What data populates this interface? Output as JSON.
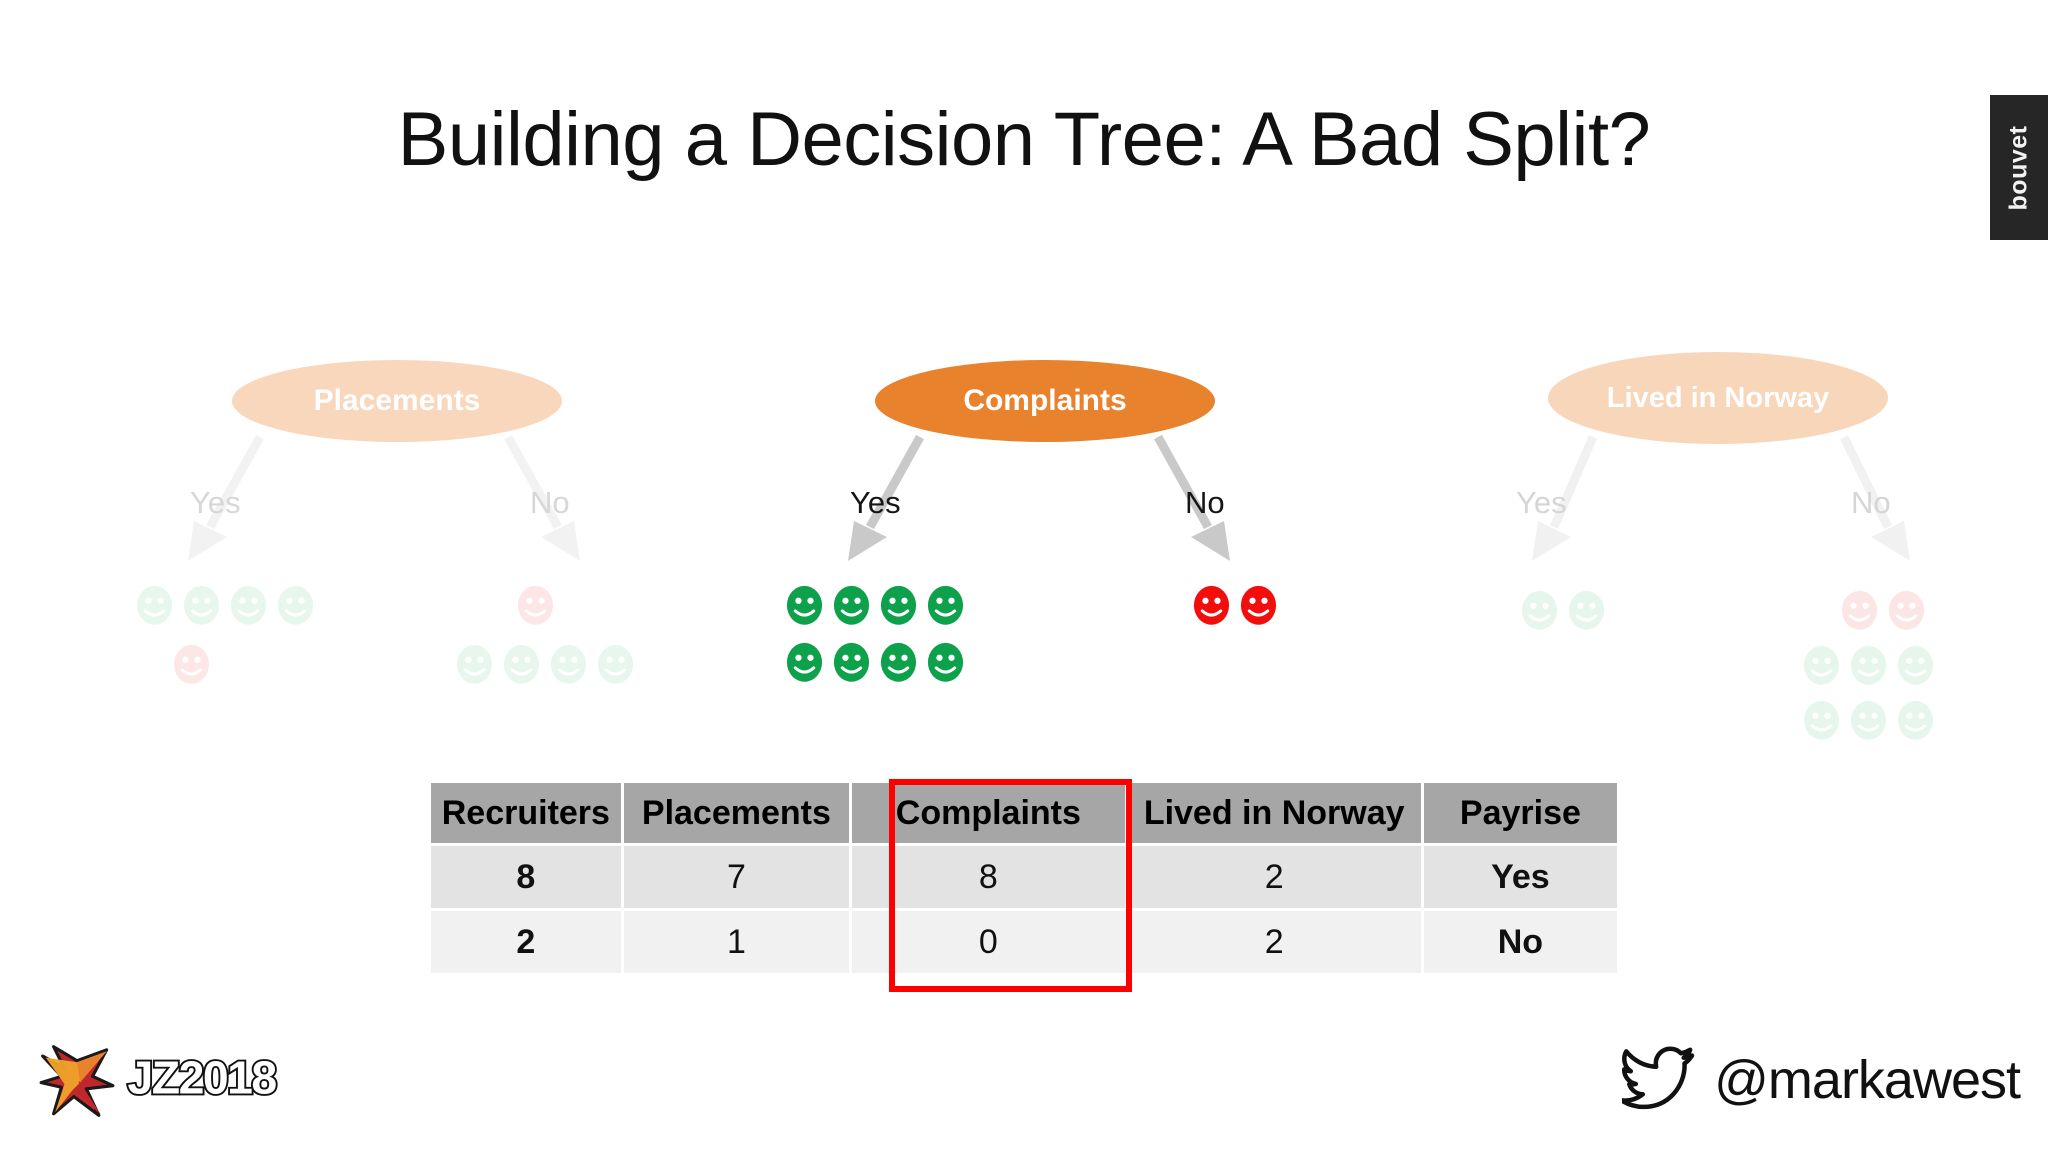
{
  "slide": {
    "title": "Building a Decision Tree: A Bad Split?",
    "background": "#FFFFFF"
  },
  "brand": {
    "logo_text": "bouvet",
    "logo_bg": "#262626",
    "logo_fg": "#F2F2F2"
  },
  "colors": {
    "node_accent": "#E8822D",
    "node_faded": "#F5D3B5",
    "face_green_active": "#0CA14A",
    "face_red_active": "#F30E0E",
    "face_green_faded": "#B6E6C8",
    "face_red_faded": "#F7AFB0",
    "edge_gray": "#D6D6D6",
    "label_gray": "#808080",
    "label_black": "#151515",
    "highlight_red": "#FF0000",
    "table_header_bg": "#A6A6A6",
    "table_row1_bg": "#E3E3E3",
    "table_row2_bg": "#F1F1F1",
    "yes_green": "#00A14B",
    "no_red": "#FF0000"
  },
  "tree": {
    "branches": [
      {
        "id": "placements",
        "node_label": "Placements",
        "state": "faded",
        "yes_label": "Yes",
        "no_label": "No",
        "yes_faces": {
          "rows": [
            [
              "green",
              "green",
              "green",
              "green"
            ],
            [
              "red"
            ]
          ],
          "green_count": 4,
          "red_count": 1
        },
        "no_faces": {
          "rows": [
            [
              "red"
            ],
            [
              "green",
              "green",
              "green",
              "green"
            ]
          ],
          "green_count": 4,
          "red_count": 1
        }
      },
      {
        "id": "complaints",
        "node_label": "Complaints",
        "state": "active",
        "yes_label": "Yes",
        "no_label": "No",
        "yes_faces": {
          "rows": [
            [
              "green",
              "green",
              "green",
              "green"
            ],
            [
              "green",
              "green",
              "green",
              "green"
            ]
          ],
          "green_count": 8,
          "red_count": 0
        },
        "no_faces": {
          "rows": [
            [
              "red",
              "red"
            ]
          ],
          "green_count": 0,
          "red_count": 2
        }
      },
      {
        "id": "lived-in-norway",
        "node_label": "Lived in Norway",
        "state": "faded",
        "yes_label": "Yes",
        "no_label": "No",
        "yes_faces": {
          "rows": [
            [
              "green",
              "green"
            ]
          ],
          "green_count": 2,
          "red_count": 0
        },
        "no_faces": {
          "rows": [
            [
              "red",
              "red"
            ],
            [
              "green",
              "green",
              "green"
            ],
            [
              "green",
              "green",
              "green"
            ]
          ],
          "green_count": 6,
          "red_count": 2
        }
      }
    ]
  },
  "table": {
    "headers": [
      "Recruiters",
      "Placements",
      "Complaints",
      "Lived in Norway",
      "Payrise"
    ],
    "rows": [
      {
        "cells": [
          "8",
          "7",
          "8",
          "2",
          "Yes"
        ],
        "payrise_state": "yes"
      },
      {
        "cells": [
          "2",
          "1",
          "0",
          "2",
          "No"
        ],
        "payrise_state": "no"
      }
    ],
    "highlighted_column": "Complaints"
  },
  "footer": {
    "conference_logo_text": "JZ2018",
    "twitter_handle": "@markawest"
  }
}
